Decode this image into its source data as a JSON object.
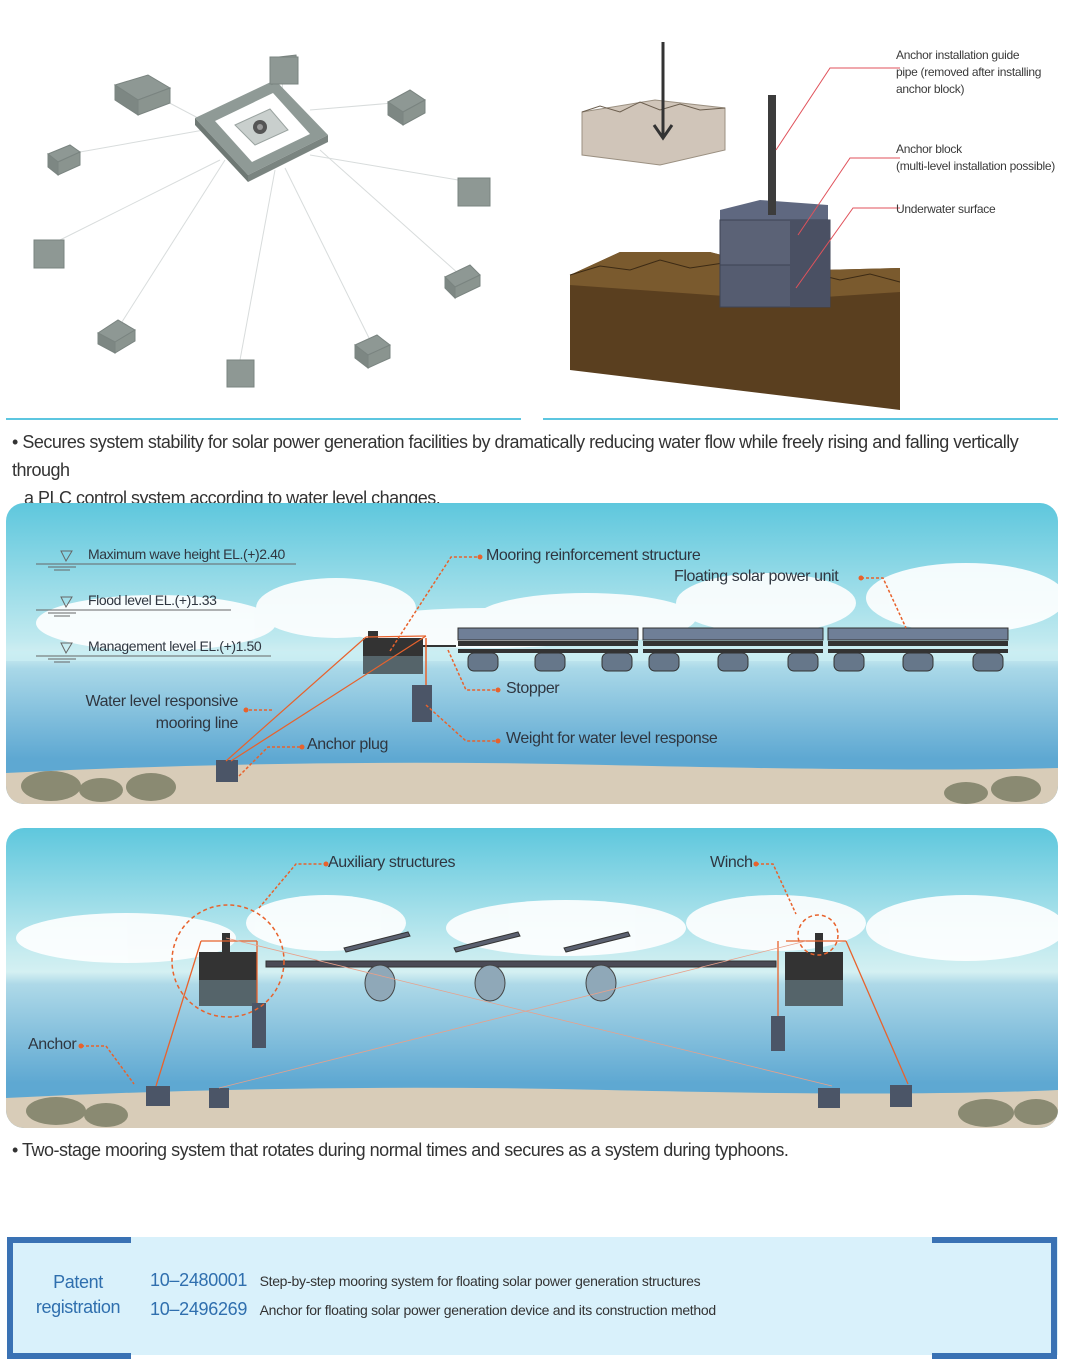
{
  "top_right_labels": {
    "guide_pipe": "Anchor installation guide pipe (removed after installing anchor block)",
    "guide_pipe_lines": [
      "Anchor installation guide",
      "pipe (removed after installing",
      "anchor block)"
    ],
    "anchor_block_lines": [
      "Anchor block",
      "(multi-level installation possible)"
    ],
    "underwater_surface": "Underwater surface"
  },
  "bullet1": "Secures system stability for solar power generation facilities by dramatically reducing water flow while freely rising and falling vertically through",
  "bullet1_cont": "a PLC control system according to water level changes.",
  "bullet_symbol": "•",
  "panel1": {
    "levels": [
      {
        "label": "Maximum wave height EL.(+)2.40"
      },
      {
        "label": "Flood level EL.(+)1.33"
      },
      {
        "label": "Management level EL.(+)1.50"
      }
    ],
    "callouts": {
      "mooring_reinforcement": "Mooring reinforcement structure",
      "floating_unit": "Floating solar power unit",
      "stopper": "Stopper",
      "mooring_line_1": "Water level responsive",
      "mooring_line_2": "mooring line",
      "anchor_plug": "Anchor plug",
      "weight": "Weight for water level response"
    }
  },
  "panel2": {
    "callouts": {
      "auxiliary": "Auxiliary structures",
      "winch": "Winch",
      "anchor": "Anchor"
    }
  },
  "bullet2": "Two-stage mooring system that rotates during normal times and secures as a system during typhoons.",
  "patent": {
    "label_lines": [
      "Patent",
      "registration"
    ],
    "entries": [
      {
        "number": "10–2480001",
        "description": "Step-by-step mooring system for floating solar power generation structures"
      },
      {
        "number": "10–2496269",
        "description": "Anchor for floating solar power generation device and its construction method"
      }
    ]
  },
  "colors": {
    "accent_blue": "#2f6fae",
    "callout_orange": "#e8622c",
    "divider_cyan": "#5cc6e0",
    "patent_bg": "#d9f1fb"
  }
}
